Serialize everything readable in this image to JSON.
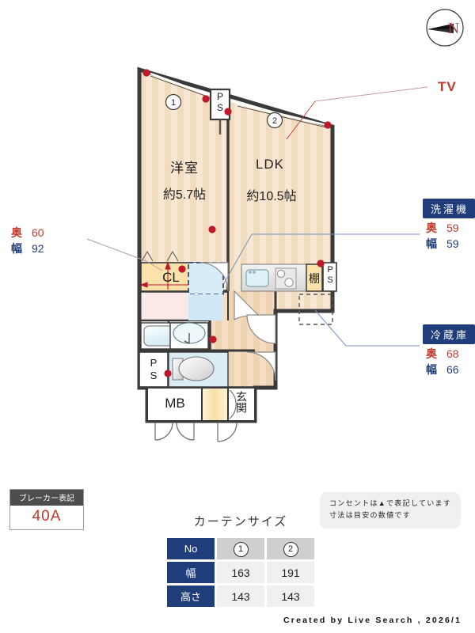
{
  "document": {
    "type": "floor-plan",
    "footer": "Created by Live Search , 2026/1"
  },
  "compass": {
    "name": "north-arrow",
    "letter": "N"
  },
  "rooms": [
    {
      "id": "washitsu",
      "name": "洋室",
      "area": "約5.7帖"
    },
    {
      "id": "ldk",
      "name": "LDK",
      "area": "約10.5帖"
    }
  ],
  "fixtures": {
    "closet": "CL",
    "shelf": "棚",
    "meter_box": "MB",
    "entrance": "玄関",
    "pipe_shaft": "P\nS",
    "ps_label_top": "P",
    "ps_label_bottom": "S"
  },
  "windows": [
    {
      "no": "1"
    },
    {
      "no": "2"
    }
  ],
  "callouts": {
    "tv": {
      "label": "TV"
    },
    "balcony_left": {
      "depth_label": "奥",
      "depth_value": "60",
      "width_label": "幅",
      "width_value": "92"
    },
    "washer": {
      "title": "洗濯機",
      "depth_label": "奥",
      "depth_value": "59",
      "width_label": "幅",
      "width_value": "59"
    },
    "fridge": {
      "title": "冷蔵庫",
      "depth_label": "奥",
      "depth_value": "68",
      "width_label": "幅",
      "width_value": "66"
    }
  },
  "breaker": {
    "title": "ブレーカー表記",
    "value": "40A"
  },
  "curtain": {
    "title": "カーテンサイズ",
    "rows": [
      {
        "header": "No",
        "values": [
          "1",
          "2"
        ],
        "circled": true
      },
      {
        "header": "幅",
        "values": [
          "163",
          "191"
        ]
      },
      {
        "header": "高さ",
        "values": [
          "143",
          "143"
        ]
      }
    ]
  },
  "note": {
    "line1": "コンセントは▲で表記しています",
    "line2": "寸法は目安の数値です"
  },
  "colors": {
    "room_fill": "#f7e4cd",
    "wall": "#3a3a3a",
    "accent_navy": "#1f3d7a",
    "accent_red": "#c0392b",
    "outlet_dot": "#c0182b"
  }
}
